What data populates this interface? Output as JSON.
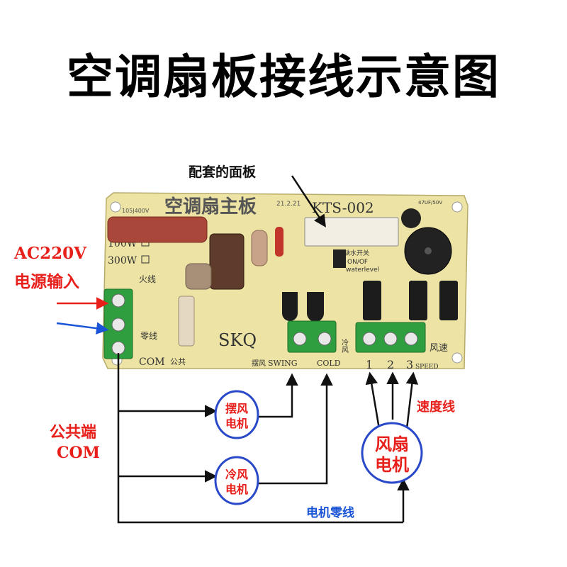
{
  "title": "空调扇板接线示意图",
  "labels": {
    "panel": "配套的面板",
    "ac_line1": "AC220V",
    "ac_line2": "电源输入",
    "com_line1": "公共端",
    "com_line2": "COM",
    "speed_wire": "速度线",
    "motor_neutral": "电机零线"
  },
  "motors": {
    "swing": [
      "摆风",
      "电机"
    ],
    "cold": [
      "冷风",
      "电机"
    ],
    "fan": [
      "风扇",
      "电机"
    ]
  },
  "board": {
    "model": "KTS-002",
    "brand": "SKQ",
    "mainboard_text": "空调扇主板",
    "date": "21.2.21",
    "cap_label": "105J400V",
    "power_100": "100W",
    "power_300": "300W",
    "live": "火线",
    "neutral": "零线",
    "com": "COM",
    "common": "公共",
    "swing": "SWING",
    "swing_cn": "摆风",
    "cold": "COLD",
    "cold_cn": "冷风",
    "speed_cn": "风速",
    "speed": "SPEED",
    "term1": "1",
    "term2": "2",
    "term3": "3",
    "water_cn": "缺水开关",
    "water_line1": "ON/OF",
    "water_line2": "waterlevel",
    "buzzer_cap": "47UF/50V"
  },
  "colors": {
    "board": "#ece3a4",
    "terminal": "#2f9e3e",
    "red": "#e8201c",
    "blue": "#1a55d6",
    "wire": "#111111"
  }
}
